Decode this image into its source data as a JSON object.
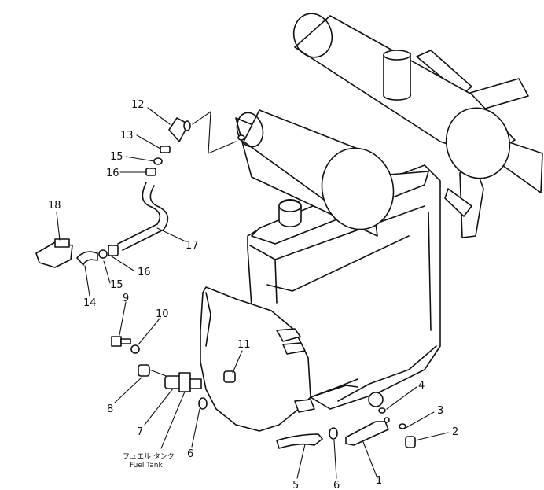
{
  "callouts": {
    "c1": "1",
    "c2": "2",
    "c3": "3",
    "c4": "4",
    "c5": "5",
    "c6a": "6",
    "c6b": "6",
    "c7": "7",
    "c8": "8",
    "c9": "9",
    "c10": "10",
    "c11": "11",
    "c12": "12",
    "c13": "13",
    "c14": "14",
    "c15a": "15",
    "c15b": "15",
    "c16a": "16",
    "c16b": "16",
    "c17": "17",
    "c18": "18"
  },
  "fuel_tank": {
    "jp": "フュエル タンク",
    "en": "Fuel Tank"
  }
}
